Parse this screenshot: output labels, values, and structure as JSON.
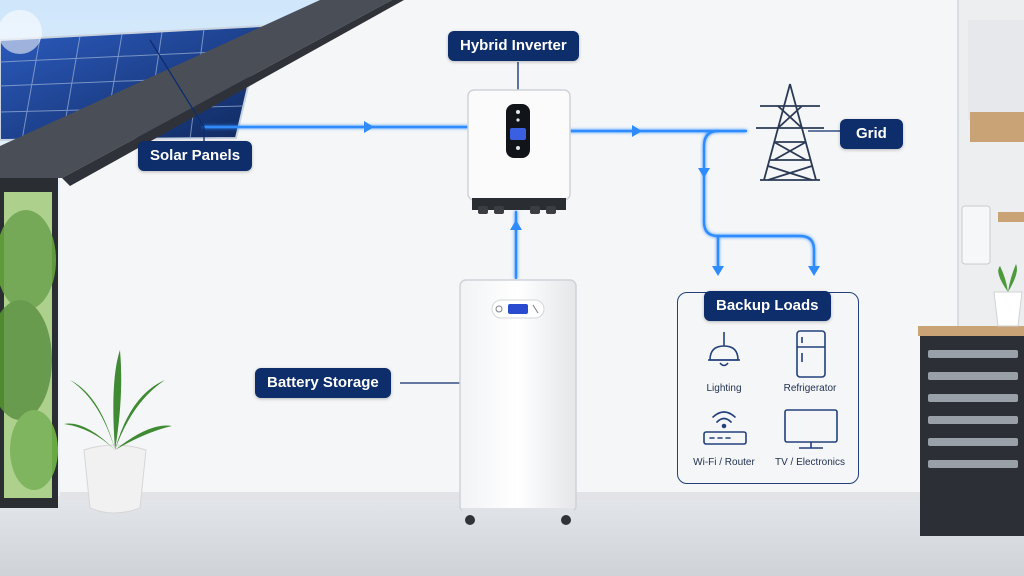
{
  "labels": {
    "hybrid_inverter": "Hybrid Inverter",
    "solar_panels": "Solar Panels",
    "grid": "Grid",
    "battery_storage": "Battery Storage",
    "backup_loads": "Backup Loads"
  },
  "loads": [
    {
      "label": "Lighting",
      "icon": "pendant-light-icon"
    },
    {
      "label": "Refrigerator",
      "icon": "refrigerator-icon"
    },
    {
      "label": "Wi-Fi / Router",
      "icon": "wifi-router-icon"
    },
    {
      "label": "TV / Electronics",
      "icon": "tv-icon"
    }
  ],
  "colors": {
    "label_bg": "#0d2d6b",
    "flow_line": "#2f8cff",
    "wall": "#f4f5f6",
    "panel": "#1b3f8f"
  }
}
